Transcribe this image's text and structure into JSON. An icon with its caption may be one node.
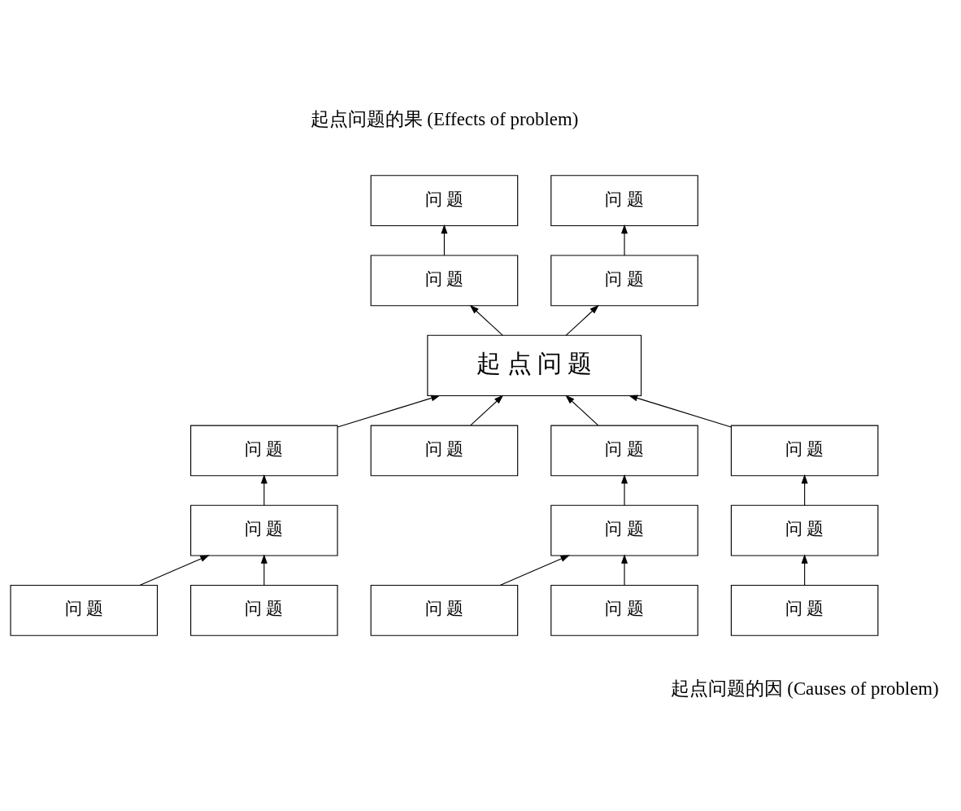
{
  "diagram": {
    "nodes": [
      {
        "text": [
          "问 题"
        ]
      },
      {
        "text": [
          "问 题"
        ]
      },
      {
        "text": [
          "问 题"
        ]
      },
      {
        "text": [
          "问 题"
        ]
      },
      {
        "text": [
          "起 点 问 题"
        ]
      },
      {
        "text": [
          "问 题"
        ]
      },
      {
        "text": [
          "问 题"
        ]
      },
      {
        "text": [
          "问 题"
        ]
      },
      {
        "text": [
          "问 题"
        ]
      },
      {
        "text": [
          "问 题"
        ]
      },
      {
        "text": [
          "问 题"
        ]
      },
      {
        "text": [
          "问 题"
        ]
      },
      {
        "text": [
          "问 题"
        ]
      },
      {
        "text": [
          "问 题"
        ]
      },
      {
        "text": [
          "问 题"
        ]
      },
      {
        "text": [
          "问 题"
        ]
      },
      {
        "text": [
          "问 题"
        ]
      }
    ],
    "edges": [
      {
        "from": 2,
        "to": 0,
        "arrow": "to"
      },
      {
        "from": 3,
        "to": 1,
        "arrow": "to"
      },
      {
        "from": 4,
        "to": 2,
        "arrow": "to"
      },
      {
        "from": 4,
        "to": 3,
        "arrow": "to"
      },
      {
        "from": 5,
        "to": 4,
        "arrow": "to"
      },
      {
        "from": 6,
        "to": 4,
        "arrow": "to"
      },
      {
        "from": 7,
        "to": 4,
        "arrow": "to"
      },
      {
        "from": 8,
        "to": 4,
        "arrow": "to"
      },
      {
        "from": 9,
        "to": 5,
        "arrow": "to"
      },
      {
        "from": 10,
        "to": 7,
        "arrow": "to"
      },
      {
        "from": 11,
        "to": 8,
        "arrow": "to"
      },
      {
        "from": 12,
        "to": 9,
        "arrow": "to"
      },
      {
        "from": 13,
        "to": 9,
        "arrow": "to"
      },
      {
        "from": 14,
        "to": 10,
        "arrow": "to"
      },
      {
        "from": 15,
        "to": 10,
        "arrow": "to"
      },
      {
        "from": 16,
        "to": 11,
        "arrow": "to"
      }
    ],
    "labels": [
      "起点问题的果 (Effects of problem)",
      "起点问题的因 (Causes of problem)"
    ]
  }
}
